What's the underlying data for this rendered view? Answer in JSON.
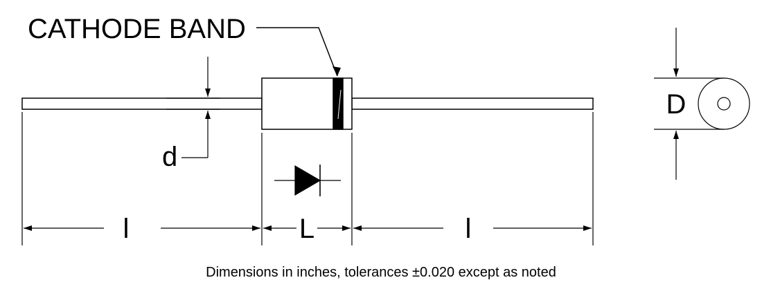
{
  "labels": {
    "cathode_band": "CATHODE BAND",
    "lead_diameter": "d",
    "body_length": "L",
    "lead_length_left": "l",
    "lead_length_right": "l",
    "body_diameter": "D"
  },
  "note": "Dimensions in inches, tolerances ±0.020 except as noted",
  "colors": {
    "line": "#000000",
    "background": "#ffffff"
  },
  "icons": {
    "diode_symbol": "diode-symbol-icon",
    "end_view": "end-view-circle-icon"
  }
}
